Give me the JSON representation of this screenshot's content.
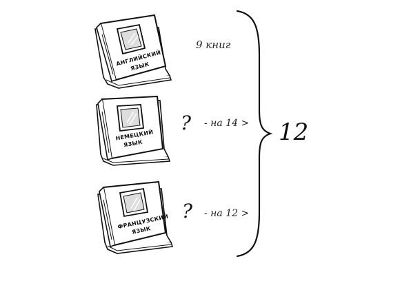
{
  "books": [
    {
      "title_line1": "Английский",
      "title_line2": "язык"
    },
    {
      "title_line1": "Немецкий",
      "title_line2": "язык"
    },
    {
      "title_line1": "Французский",
      "title_line2": "язык"
    }
  ],
  "labels": {
    "english_count": "9 книг",
    "german_question": "?",
    "german_relation": "- на 14 >",
    "french_question": "?",
    "french_relation": "- на 12 >",
    "total": "12"
  }
}
